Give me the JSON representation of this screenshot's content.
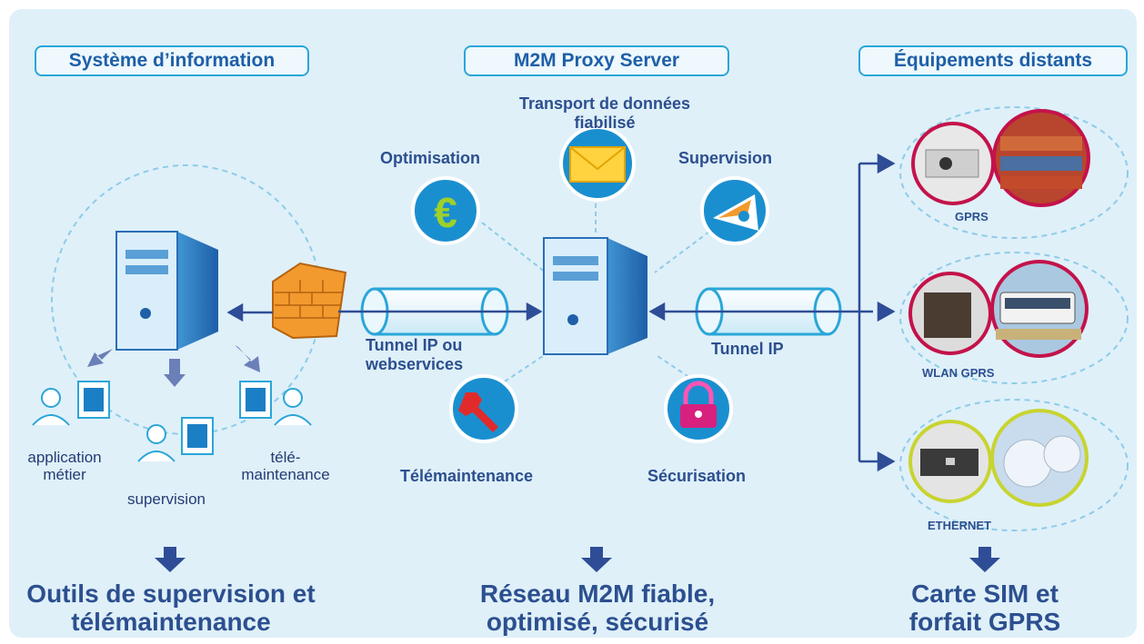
{
  "headers": {
    "left": "Système d’information",
    "center": "M2M Proxy Server",
    "right": "Équipements distants"
  },
  "services": {
    "transport": "Transport de données fiabilisé",
    "optimisation": "Optimisation",
    "supervision": "Supervision",
    "telemaintenance": "Télémaintenance",
    "securisation": "Sécurisation"
  },
  "tunnels": {
    "left": "Tunnel IP ou webservices",
    "right": "Tunnel IP"
  },
  "users": {
    "application": "application métier",
    "supervision": "supervision",
    "telemaintenance": "télé- maintenance"
  },
  "devices": {
    "gprs": "GPRS",
    "wlan": "WLAN GPRS",
    "ethernet": "ETHERNET"
  },
  "outcomes": {
    "left": "Outils de supervision et télémaintenance",
    "center": "Réseau M2M fiable, optimisé, sécurisé",
    "right": "Carte SIM et forfait GPRS"
  },
  "colors": {
    "background": "#dff0f9",
    "accent": "#2aa6d8",
    "text": "#2c4f8f",
    "arrow": "#2f4d96"
  }
}
